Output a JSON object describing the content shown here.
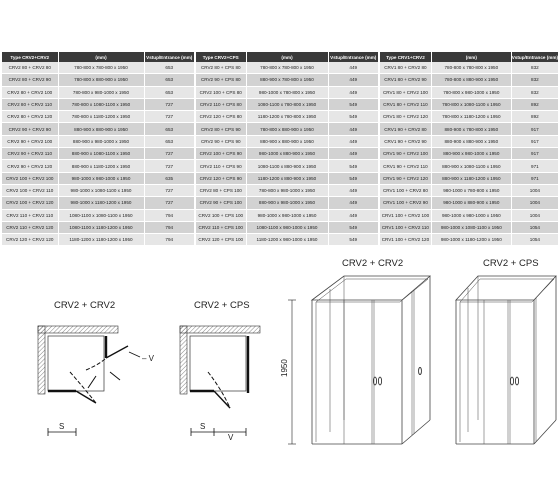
{
  "tables": [
    {
      "headers": [
        "Type CRV2+CRV2",
        "(mm)",
        "Vstup/Entrance (mm)"
      ],
      "rows": [
        [
          "CRV2 80 + CRV2 80",
          "780-800 x 780-800 x 1950",
          "653"
        ],
        [
          "CRV2 80 + CRV2 90",
          "780-800 x 880-900 x 1950",
          "653"
        ],
        [
          "CRV2 80 + CRV2 100",
          "780-800 x 980-1000 x 1950",
          "653"
        ],
        [
          "CRV2 80 + CRV2 110",
          "780-800 x 1080-1100 x 1950",
          "727"
        ],
        [
          "CRV2 80 + CRV2 120",
          "780-800 x 1180-1200 x 1950",
          "727"
        ],
        [
          "CRV2 90 + CRV2 90",
          "880-900 x 880-900 x 1950",
          "653"
        ],
        [
          "CRV2 90 + CRV2 100",
          "880-900 x 980-1000 x 1950",
          "653"
        ],
        [
          "CRV2 90 + CRV2 110",
          "880-900 x 1080-1100 x 1950",
          "727"
        ],
        [
          "CRV2 90 + CRV2 120",
          "880-900 x 1180-1200 x 1950",
          "727"
        ],
        [
          "CRV2 100 + CRV2 100",
          "980-1000 x 980-1000 x 1950",
          "635"
        ],
        [
          "CRV2 100 + CRV2 110",
          "980-1000 x 1080-1100 x 1950",
          "727"
        ],
        [
          "CRV2 100 + CRV2 120",
          "980-1000 x 1180-1200 x 1950",
          "727"
        ],
        [
          "CRV2 110 + CRV2 110",
          "1080-1100 x 1080-1100 x 1950",
          "794"
        ],
        [
          "CRV2 110 + CRV2 120",
          "1080-1100 x 1180-1200 x 1950",
          "794"
        ],
        [
          "CRV2 120 + CRV2 120",
          "1180-1200 x 1180-1200 x 1950",
          "794"
        ]
      ]
    },
    {
      "headers": [
        "Type CRV2+CPS",
        "(mm)",
        "Vstup/Entrance (mm)"
      ],
      "rows": [
        [
          "CRV2 80 + CPS 80",
          "780-800 x 780-800 x 1950",
          "449"
        ],
        [
          "CRV2 90 + CPS 80",
          "880-900 x 780-800 x 1950",
          "449"
        ],
        [
          "CRV2 100 + CPS 80",
          "980-1000 x 780-800 x 1950",
          "449"
        ],
        [
          "CRV2 110 + CPS 80",
          "1080-1100 x 780-800 x 1950",
          "549"
        ],
        [
          "CRV2 120 + CPS 80",
          "1180-1200 x 780-800 x 1950",
          "549"
        ],
        [
          "CRV2 80 + CPS 90",
          "780-800 x 880-900 x 1950",
          "449"
        ],
        [
          "CRV2 90 + CPS 90",
          "880-900 x 880-900 x 1950",
          "449"
        ],
        [
          "CRV2 100 + CPS 90",
          "980-1000 x 880-900 x 1950",
          "449"
        ],
        [
          "CRV2 110 + CPS 90",
          "1080-1100 x 880-900 x 1950",
          "549"
        ],
        [
          "CRV2 120 + CPS 90",
          "1180-1200 x 880-900 x 1950",
          "549"
        ],
        [
          "CRV2 80 + CPS 100",
          "780-800 x 980-1000 x 1950",
          "449"
        ],
        [
          "CRV2 90 + CPS 100",
          "880-900 x 980-1000 x 1950",
          "449"
        ],
        [
          "CRV2 100 + CPS 100",
          "980-1000 x 980-1000 x 1950",
          "449"
        ],
        [
          "CRV2 110 + CPS 100",
          "1080-1100 x 980-1000 x 1950",
          "549"
        ],
        [
          "CRV2 120 + CPS 100",
          "1180-1200 x 980-1000 x 1950",
          "549"
        ]
      ]
    },
    {
      "headers": [
        "Type CRV1+CRV2",
        "(mm)",
        "Vstup/Entrance (mm)"
      ],
      "rows": [
        [
          "CRV1 80 + CRV2 80",
          "780-800 x 780-800 x 1950",
          "832"
        ],
        [
          "CRV1 80 + CRV2 90",
          "780-800 x 880-900 x 1950",
          "832"
        ],
        [
          "CRV1 80 + CRV2 100",
          "780-800 x 980-1000 x 1950",
          "832"
        ],
        [
          "CRV1 80 + CRV2 110",
          "780-800 x 1080-1100 x 1950",
          "892"
        ],
        [
          "CRV1 80 + CRV2 120",
          "780-800 x 1180-1200 x 1950",
          "892"
        ],
        [
          "CRV1 90 + CRV2 80",
          "880-900 x 780-800 x 1950",
          "917"
        ],
        [
          "CRV1 90 + CRV2 90",
          "880-900 x 880-900 x 1950",
          "917"
        ],
        [
          "CRV1 90 + CRV2 100",
          "880-900 x 980-1000 x 1950",
          "917"
        ],
        [
          "CRV1 90 + CRV2 110",
          "880-900 x 1080-1100 x 1950",
          "971"
        ],
        [
          "CRV1 90 + CRV2 120",
          "880-900 x 1180-1200 x 1950",
          "971"
        ],
        [
          "CRV1 100 + CRV2 80",
          "980-1000 x 780-800 x 1950",
          "1004"
        ],
        [
          "CRV1 100 + CRV2 90",
          "980-1000 x 880-900 x 1950",
          "1004"
        ],
        [
          "CRV1 100 + CRV2 100",
          "980-1000 x 980-1000 x 1950",
          "1004"
        ],
        [
          "CRV1 100 + CRV2 110",
          "980-1000 x 1080-1100 x 1950",
          "1054"
        ],
        [
          "CRV1 100 + CRV2 120",
          "980-1000 x 1180-1200 x 1950",
          "1054"
        ]
      ]
    }
  ],
  "diagrams": {
    "plan1_title": "CRV2 + CRV2",
    "plan2_title": "CRV2 + CPS",
    "view1_title": "CRV2 + CRV2",
    "view2_title": "CRV2 + CPS",
    "height_label": "1950",
    "s_label": "S",
    "v_label": "V",
    "minus_v_label": "– V"
  }
}
